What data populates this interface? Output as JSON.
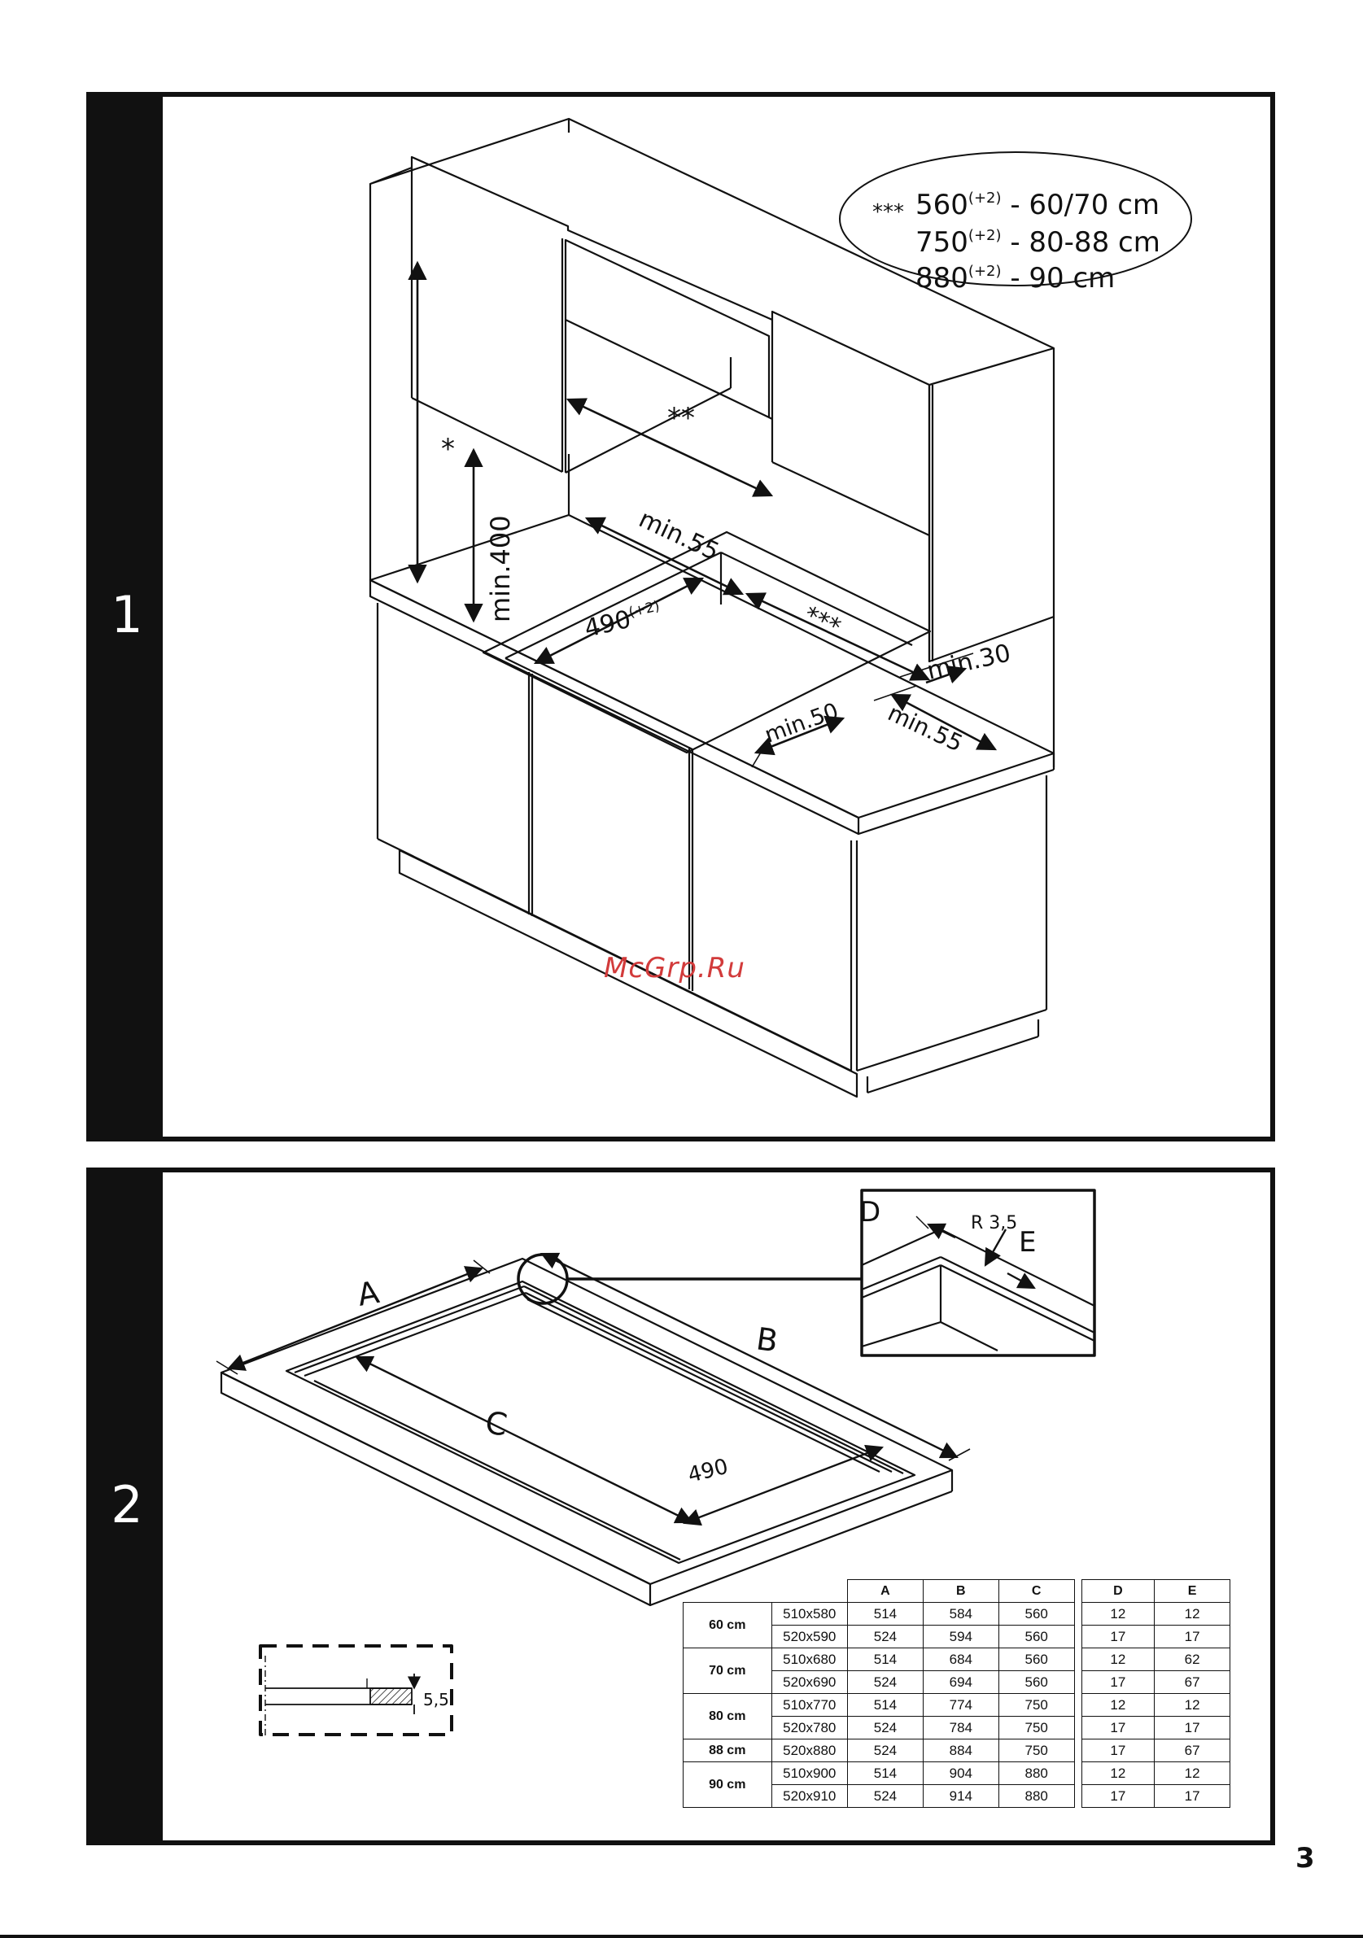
{
  "panel1": {
    "number": "1",
    "ellipse": {
      "stars": "***",
      "lines": [
        {
          "base": "560",
          "sup": "+2",
          "range": "- 60/70 cm"
        },
        {
          "base": "750",
          "sup": "+2",
          "range": "- 80-88 cm"
        },
        {
          "base": "880",
          "sup": "+2",
          "range": "- 90 cm"
        }
      ]
    },
    "labels": {
      "star_one": "*",
      "star_two": "**",
      "star_three": "***",
      "min400": "min.400",
      "min55_top": "min.55",
      "cut_width": "490",
      "cut_width_sup": "(+2)",
      "min30": "min.30",
      "min50": "min.50",
      "min55_front": "min.55"
    }
  },
  "watermark": "McGrp.Ru",
  "panel2": {
    "number": "2",
    "labels": {
      "a": "A",
      "b": "B",
      "c": "C",
      "d": "D",
      "e": "E",
      "r": "R 3,5",
      "depth": "490",
      "detail_h": "5,5"
    },
    "table": {
      "headers": [
        "A",
        "B",
        "C",
        "D",
        "E"
      ],
      "groups": [
        {
          "size": "60 cm",
          "rows": [
            [
              "510x580",
              "514",
              "584",
              "560",
              "12",
              "12"
            ],
            [
              "520x590",
              "524",
              "594",
              "560",
              "17",
              "17"
            ]
          ]
        },
        {
          "size": "70 cm",
          "rows": [
            [
              "510x680",
              "514",
              "684",
              "560",
              "12",
              "62"
            ],
            [
              "520x690",
              "524",
              "694",
              "560",
              "17",
              "67"
            ]
          ]
        },
        {
          "size": "80 cm",
          "rows": [
            [
              "510x770",
              "514",
              "774",
              "750",
              "12",
              "12"
            ],
            [
              "520x780",
              "524",
              "784",
              "750",
              "17",
              "17"
            ]
          ]
        },
        {
          "size": "88 cm",
          "rows": [
            [
              "520x880",
              "524",
              "884",
              "750",
              "17",
              "67"
            ]
          ]
        },
        {
          "size": "90 cm",
          "rows": [
            [
              "510x900",
              "514",
              "904",
              "880",
              "12",
              "12"
            ],
            [
              "520x910",
              "524",
              "914",
              "880",
              "17",
              "17"
            ]
          ]
        }
      ]
    }
  },
  "page_number": "3"
}
